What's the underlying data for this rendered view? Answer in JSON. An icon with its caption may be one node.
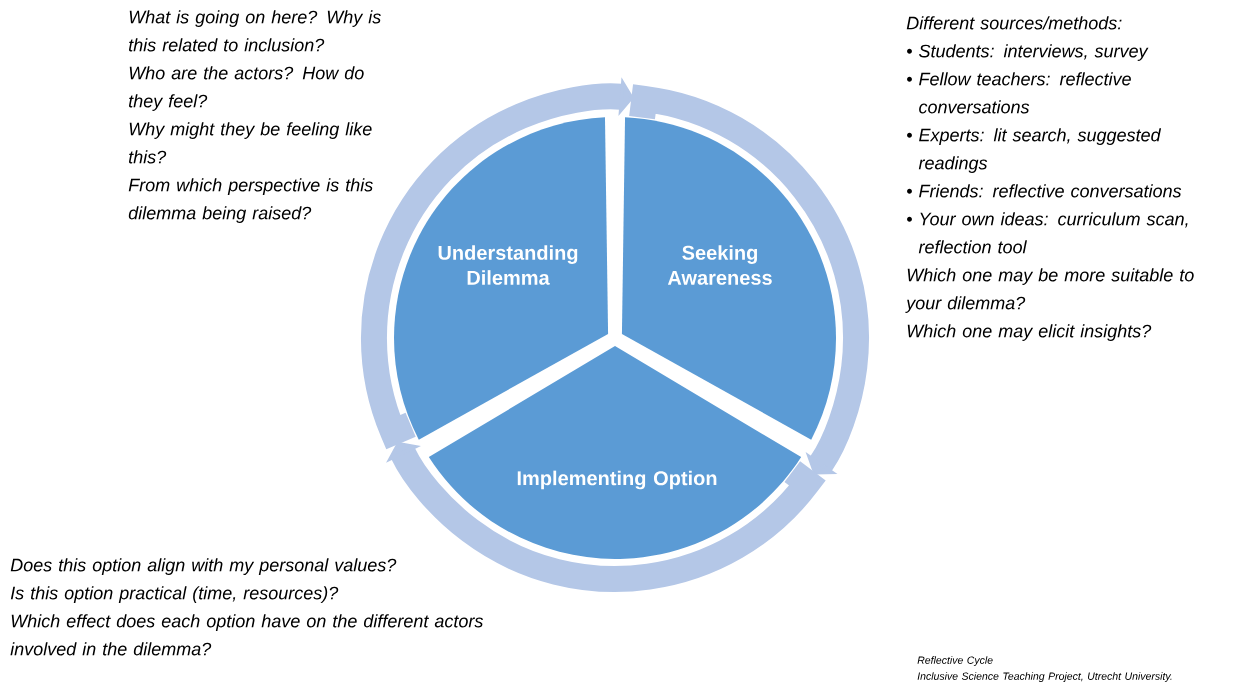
{
  "diagram": {
    "nodes": [
      {
        "text": [
          "Understanding Dilemma"
        ],
        "beside": [
          "What is going on here? Why is this related to inclusion?",
          "Who are the actors? How do they feel?",
          "Why might they be feeling like this?",
          "From which perspective is this dilemma being raised?"
        ]
      },
      {
        "text": [
          "Seeking Awareness"
        ],
        "beside": [
          "Different sources/methods:",
          "• Students: interviews, survey",
          "• Fellow teachers: reflective conversations",
          "• Experts: lit search, suggested readings",
          "• Friends: reflective conversations",
          "• Your own ideas: curriculum scan, reflection tool",
          "Which one may be more suitable to your dilemma?",
          "Which one may elicit insights?"
        ]
      },
      {
        "text": [
          "Implementing Option"
        ],
        "beside": [
          "Does this option align with my personal values?",
          "Is this option practical (time, resources)?",
          "Which effect does each option have on the different actors involved in the dilemma?"
        ]
      }
    ],
    "edges": [
      {
        "from": 0,
        "to": 1,
        "arrow": "to"
      },
      {
        "from": 1,
        "to": 2,
        "arrow": "to"
      },
      {
        "from": 2,
        "to": 0,
        "arrow": "to"
      }
    ],
    "labels": [
      "Reflective Cycle",
      "Inclusive Science Teaching Project, Utrecht University."
    ]
  }
}
